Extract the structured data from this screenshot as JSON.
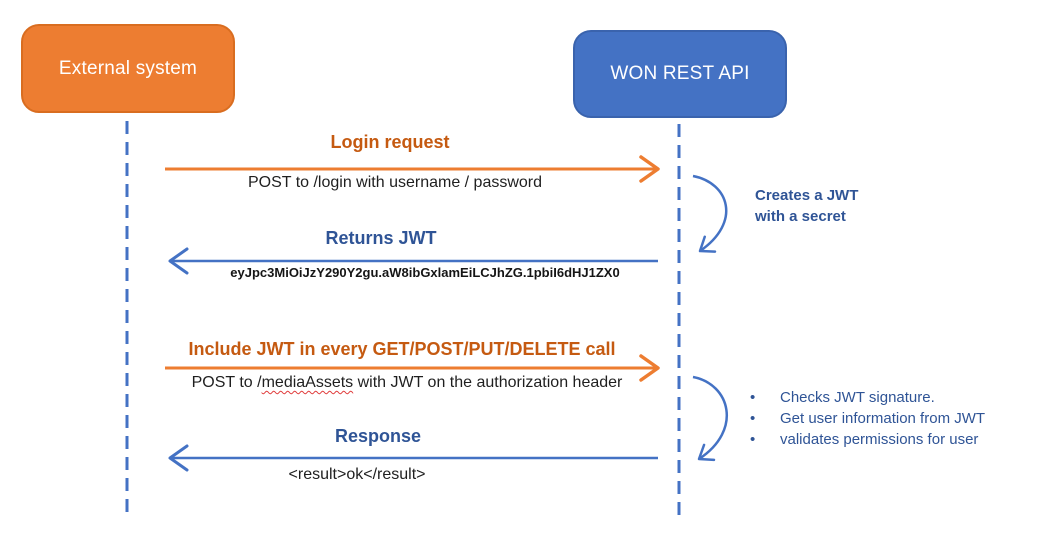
{
  "diagram": {
    "actors": {
      "external": "External system",
      "api": "WON REST API"
    },
    "messages": [
      {
        "title": "Login request",
        "detail": "POST to /login with username / password"
      },
      {
        "title": "Returns JWT",
        "detail": "eyJpc3MiOiJzY290Y2gu.aW8ibGxlamEiLCJhZG.1pbiI6dHJ1ZX0"
      },
      {
        "title": "Include JWT in every GET/POST/PUT/DELETE call",
        "detail_prefix": "POST to /",
        "detail_flagged": "mediaAssets",
        "detail_suffix": " with JWT on the authorization header"
      },
      {
        "title": "Response",
        "detail": "<result>ok</result>"
      }
    ],
    "annotations": {
      "create_jwt": "Creates a JWT with a secret",
      "validation_steps": [
        "Checks JWT signature.",
        "Get user information from JWT",
        "validates permissions for user"
      ]
    },
    "colors": {
      "orange_accent": "#ED7D31",
      "orange_dark": "#C55A11",
      "blue_accent": "#4472C4",
      "blue_dark": "#2F5496"
    }
  }
}
